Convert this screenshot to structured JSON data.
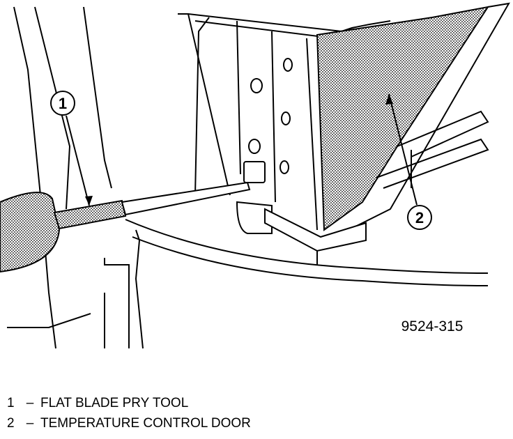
{
  "figure": {
    "id_label": "9524-315",
    "callouts": [
      {
        "number": "1",
        "name": "FLAT BLADE PRY TOOL"
      },
      {
        "number": "2",
        "name": "TEMPERATURE CONTROL DOOR"
      }
    ],
    "separator": "–"
  },
  "colors": {
    "ink": "#000000",
    "paper": "#ffffff",
    "halftone": "#8a8a8a"
  }
}
